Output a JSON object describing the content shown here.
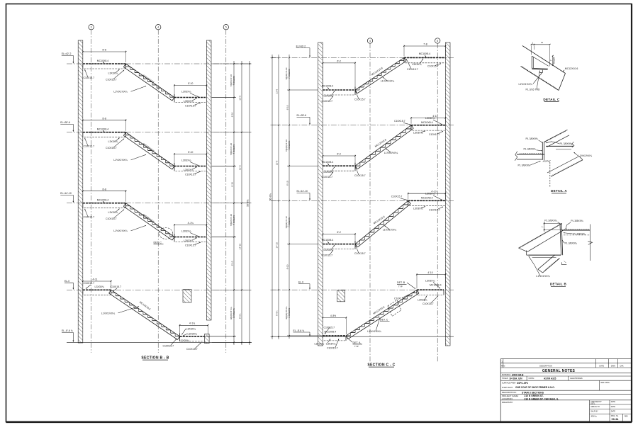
{
  "sheet": {
    "background": "#ffffff",
    "ink": "#1f1f1f"
  },
  "labels": {
    "c10": "C10X15.7",
    "mc10": "MC10X8.4",
    "mc12": "MC12X10.6",
    "l3": "L3X3X¼",
    "l3pair": "L3X3X¼ - L3X3X¼",
    "l112": "L1½X1½X¼",
    "pl_bent": "PL 3/8X9¾",
    "pl_tread": "PL 3/16 TRD",
    "det_a": "DET. A",
    "det_b": "DET. B",
    "det_c": "DET. C",
    "typ": "TYP"
  },
  "dims": {
    "top_run_b": "8'-8",
    "mid_land_b": "5'-10",
    "land3_b": "4'-1¾",
    "run4_b": "4'-11",
    "bot_land_b": "4'-1¾",
    "mid_land_c": "6'-2",
    "top_land_c": "7'-8",
    "land_c": "4'-10",
    "bot_land_c": "4'-8½",
    "riser_a": "7@(R)=6'-10",
    "riser_a_n": "7 RISERS",
    "riser_b": "9@(R)=8'-6¾",
    "riser_b_n": "9 RISERS",
    "half": "6'-10",
    "seg910": "9'-10",
    "f13_8": "13'-8",
    "f14_10": "14'-10",
    "f8_6": "8'-6¾",
    "overall": "50'-8¾",
    "nosing": "1",
    "tread11": "11",
    "riser7": "7",
    "risernote": "RISER"
  },
  "elevations": {
    "e42": "EL=42'-2",
    "e28": "EL=28'-6",
    "e14": "EL=14'-10",
    "e0": "EL-0",
    "e0c": "EL.0",
    "eb": "EL.-8'-6 ¾"
  },
  "grids": {
    "b": [
      "3",
      "4",
      "5"
    ],
    "c": [
      "4",
      "5"
    ]
  },
  "sections": {
    "b_title": "SECTION  B - B",
    "c_title": "SECTION  C - C"
  },
  "details": {
    "c_title": "DETAIL  C",
    "a_title": "DETAIL  A",
    "b_title": "DETAIL  B"
  },
  "titleblock": {
    "rev_no": "1",
    "h_rev": "REV.",
    "h_desc": "DESCRIPTION",
    "h_date": "DATE",
    "h_dwn": "DWN",
    "h_chk": "CHK",
    "title": "GENERAL NOTES",
    "material_label": "MATERIAL:",
    "material": "A500 GR.B",
    "holes_label": "HOLES:",
    "holes": "3/4 DIA. U/N",
    "conn_label": "CONN.:",
    "conn": "ASTM A325",
    "elect_label": "ELECTRODES:",
    "surface_label": "SURFACE PREP:",
    "surface": "SSPC-SP3",
    "paint_label": "SHOP PAINT:",
    "paint": "ONE COAT OF SHOP PRIMER U.N.O.",
    "refdwg_label": "REF. DWG.",
    "desc_label": "DESCRIPTION:",
    "desc": "STAIR 3 SECTIONS",
    "project_label": "PROJECT NAME:",
    "project": "210 N GREEN ST.",
    "location_label": "LOCATION:",
    "location": "210 N GREEN ST. CHICAGO, IL",
    "drawnby_label": "DRAWN BY",
    "checked_label": "CHECKED BY",
    "checked_label2": "DETL.",
    "date1": "DATE",
    "arran_label": "ARRAN. BY",
    "date2": "DATE",
    "shlp_label": "SHLP. BY",
    "date3": "DATE",
    "job_label": "JOB No.",
    "dwgno_label": "DWG. No.",
    "dwgno": "SK-3A",
    "rev_label": "REV"
  }
}
